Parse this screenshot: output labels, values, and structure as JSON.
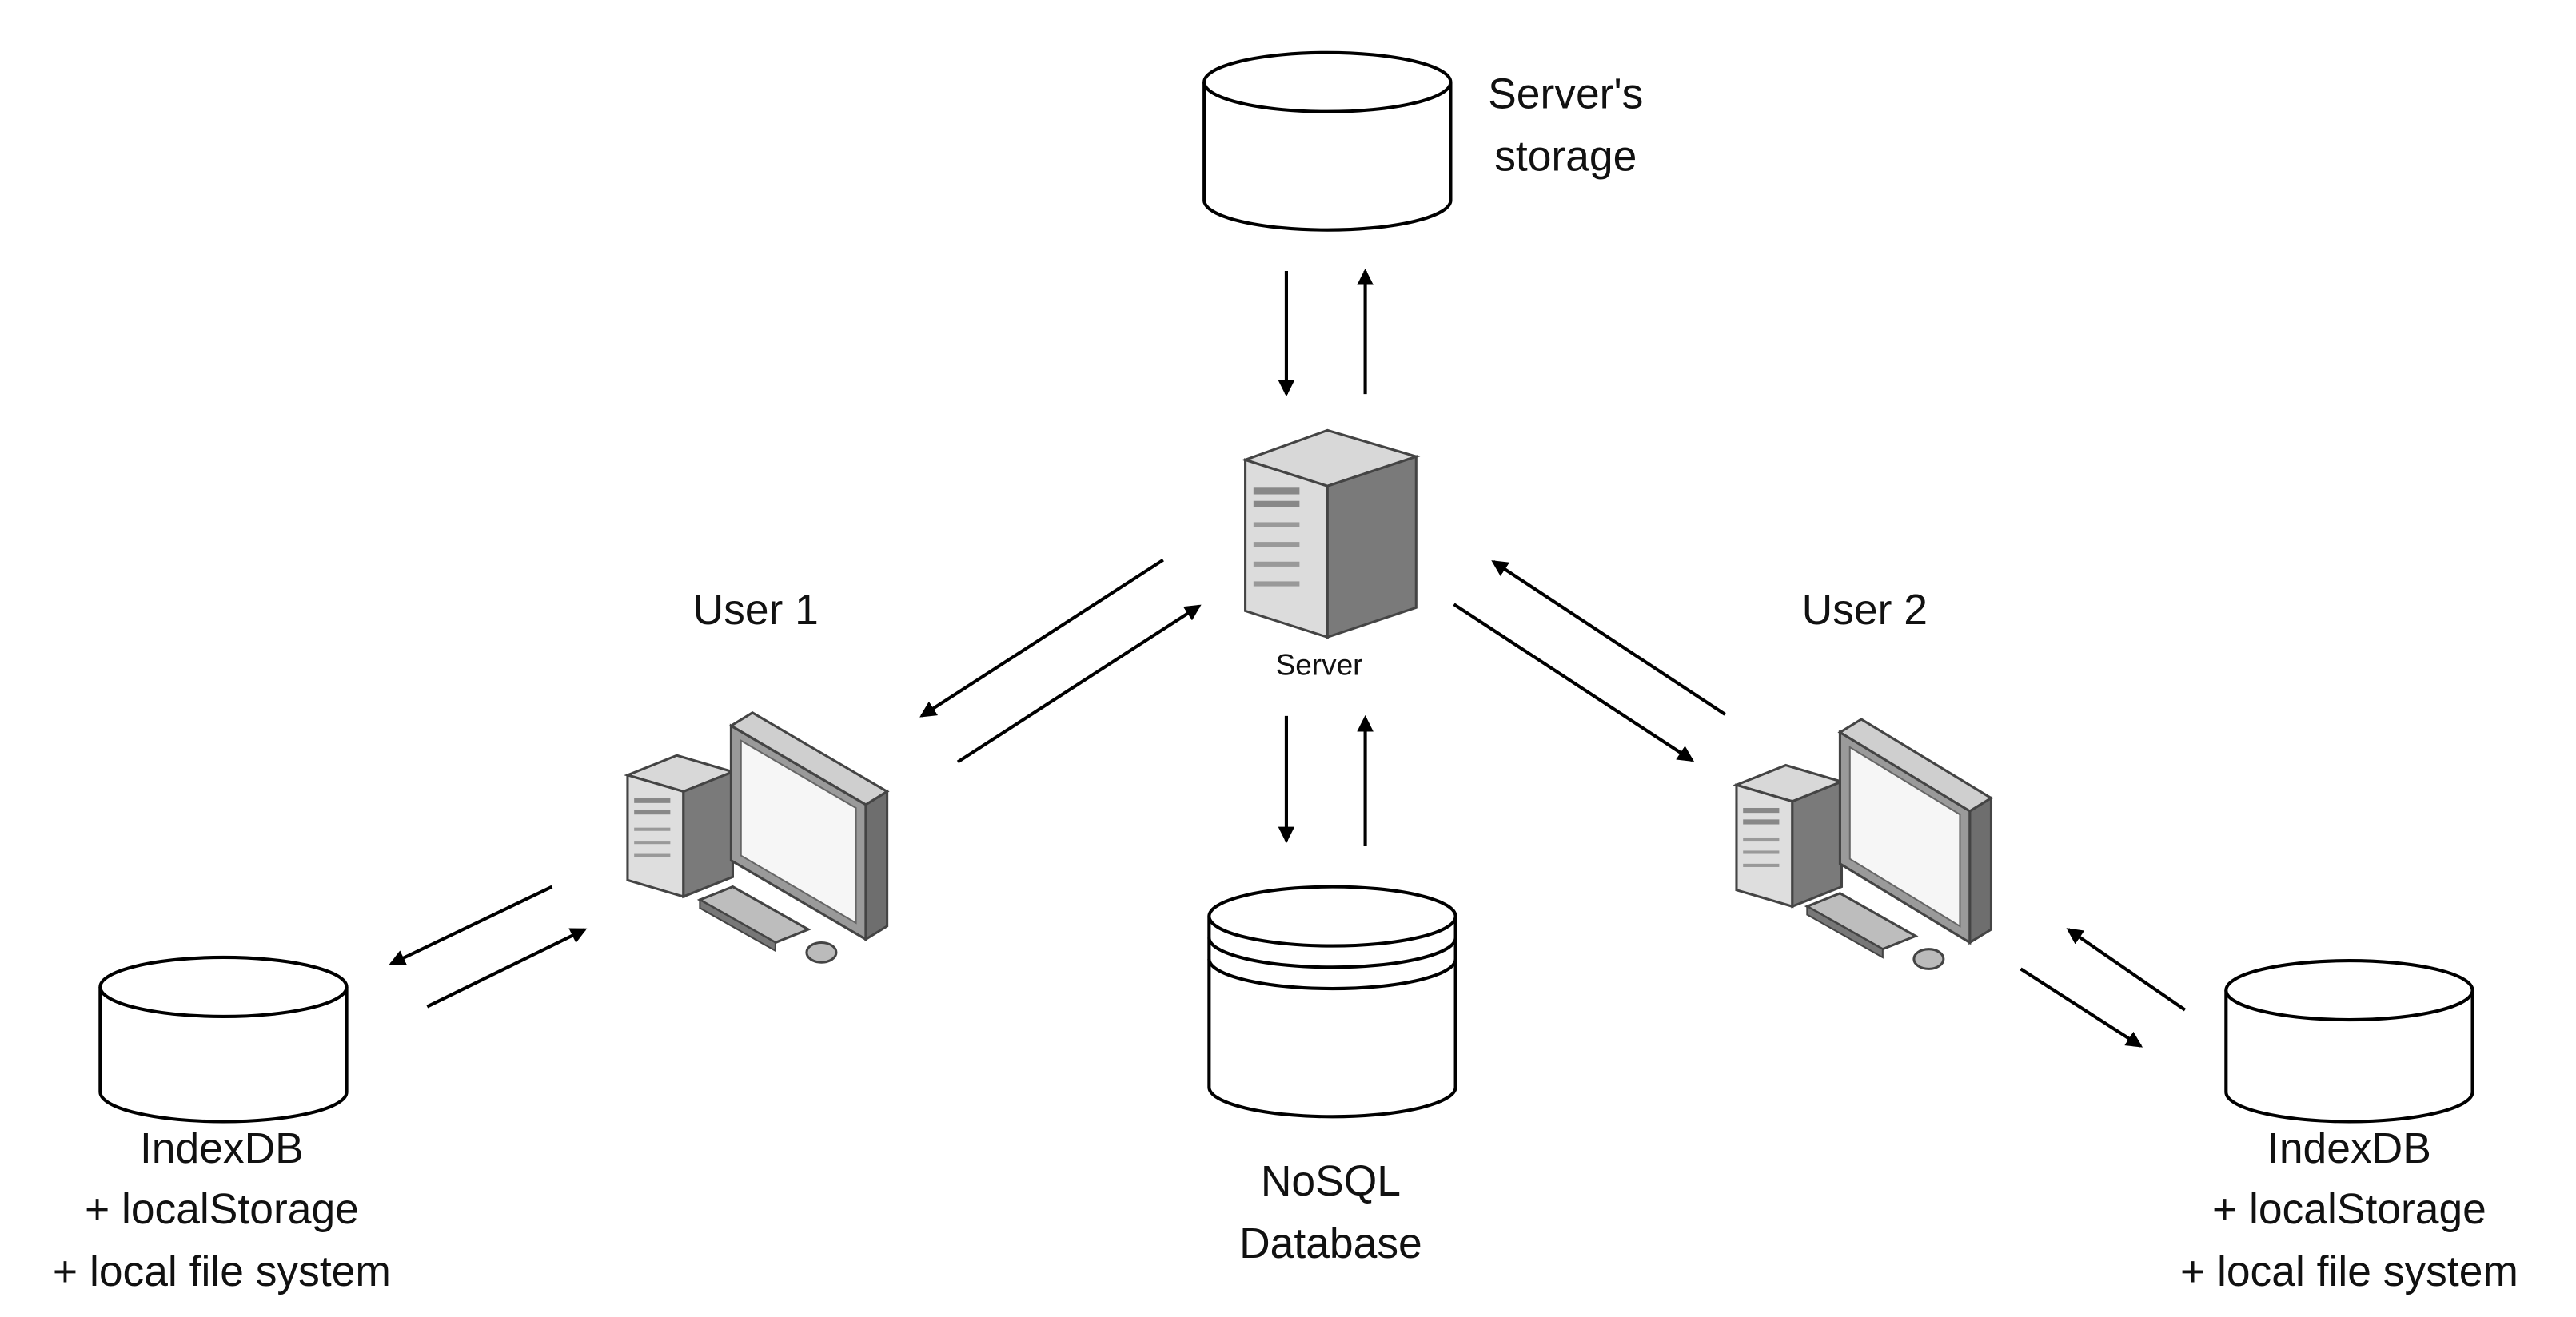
{
  "diagram": {
    "server": {
      "label": "Server"
    },
    "server_storage": {
      "label_line1": "Server's",
      "label_line2": "storage"
    },
    "nosql": {
      "label_line1": "NoSQL",
      "label_line2": "Database"
    },
    "user1": {
      "label": "User 1",
      "storage": {
        "line1": "IndexDB",
        "line2": "+ localStorage",
        "line3": "+ local file system"
      }
    },
    "user2": {
      "label": "User 2",
      "storage": {
        "line1": "IndexDB",
        "line2": "+ localStorage",
        "line3": "+ local file system"
      }
    }
  }
}
